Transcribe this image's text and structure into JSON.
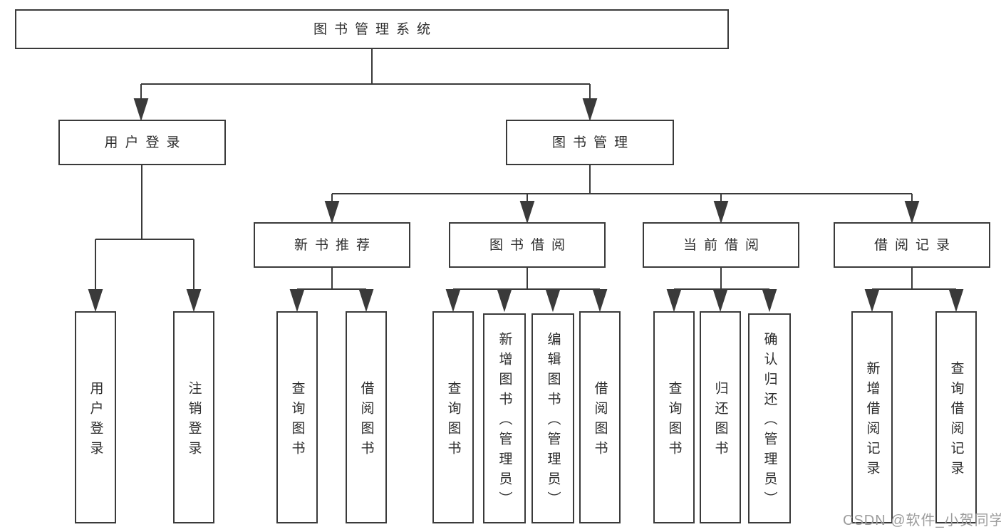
{
  "colors": {
    "line": "#3a3a3a",
    "box_border": "#3a3a3a",
    "box_fill": "#ffffff",
    "text": "#2d2d2d",
    "watermark": "#9c9c9c"
  },
  "tree": {
    "root": {
      "label": "图书管理系统"
    },
    "branches": [
      {
        "label": "用户登录",
        "children": [
          {
            "label": "用户登录"
          },
          {
            "label": "注销登录"
          }
        ]
      },
      {
        "label": "图书管理",
        "children": [
          {
            "label": "新书推荐",
            "children": [
              {
                "label": "查询图书"
              },
              {
                "label": "借阅图书"
              }
            ]
          },
          {
            "label": "图书借阅",
            "children": [
              {
                "label": "查询图书"
              },
              {
                "label": "新增图书（管理员）"
              },
              {
                "label": "编辑图书（管理员）"
              },
              {
                "label": "借阅图书"
              }
            ]
          },
          {
            "label": "当前借阅",
            "children": [
              {
                "label": "查询图书"
              },
              {
                "label": "归还图书"
              },
              {
                "label": "确认归还（管理员）"
              }
            ]
          },
          {
            "label": "借阅记录",
            "children": [
              {
                "label": "新增借阅记录"
              },
              {
                "label": "查询借阅记录"
              }
            ]
          }
        ]
      }
    ]
  },
  "watermark": {
    "text": "CSDN @软件_小贺同学"
  }
}
